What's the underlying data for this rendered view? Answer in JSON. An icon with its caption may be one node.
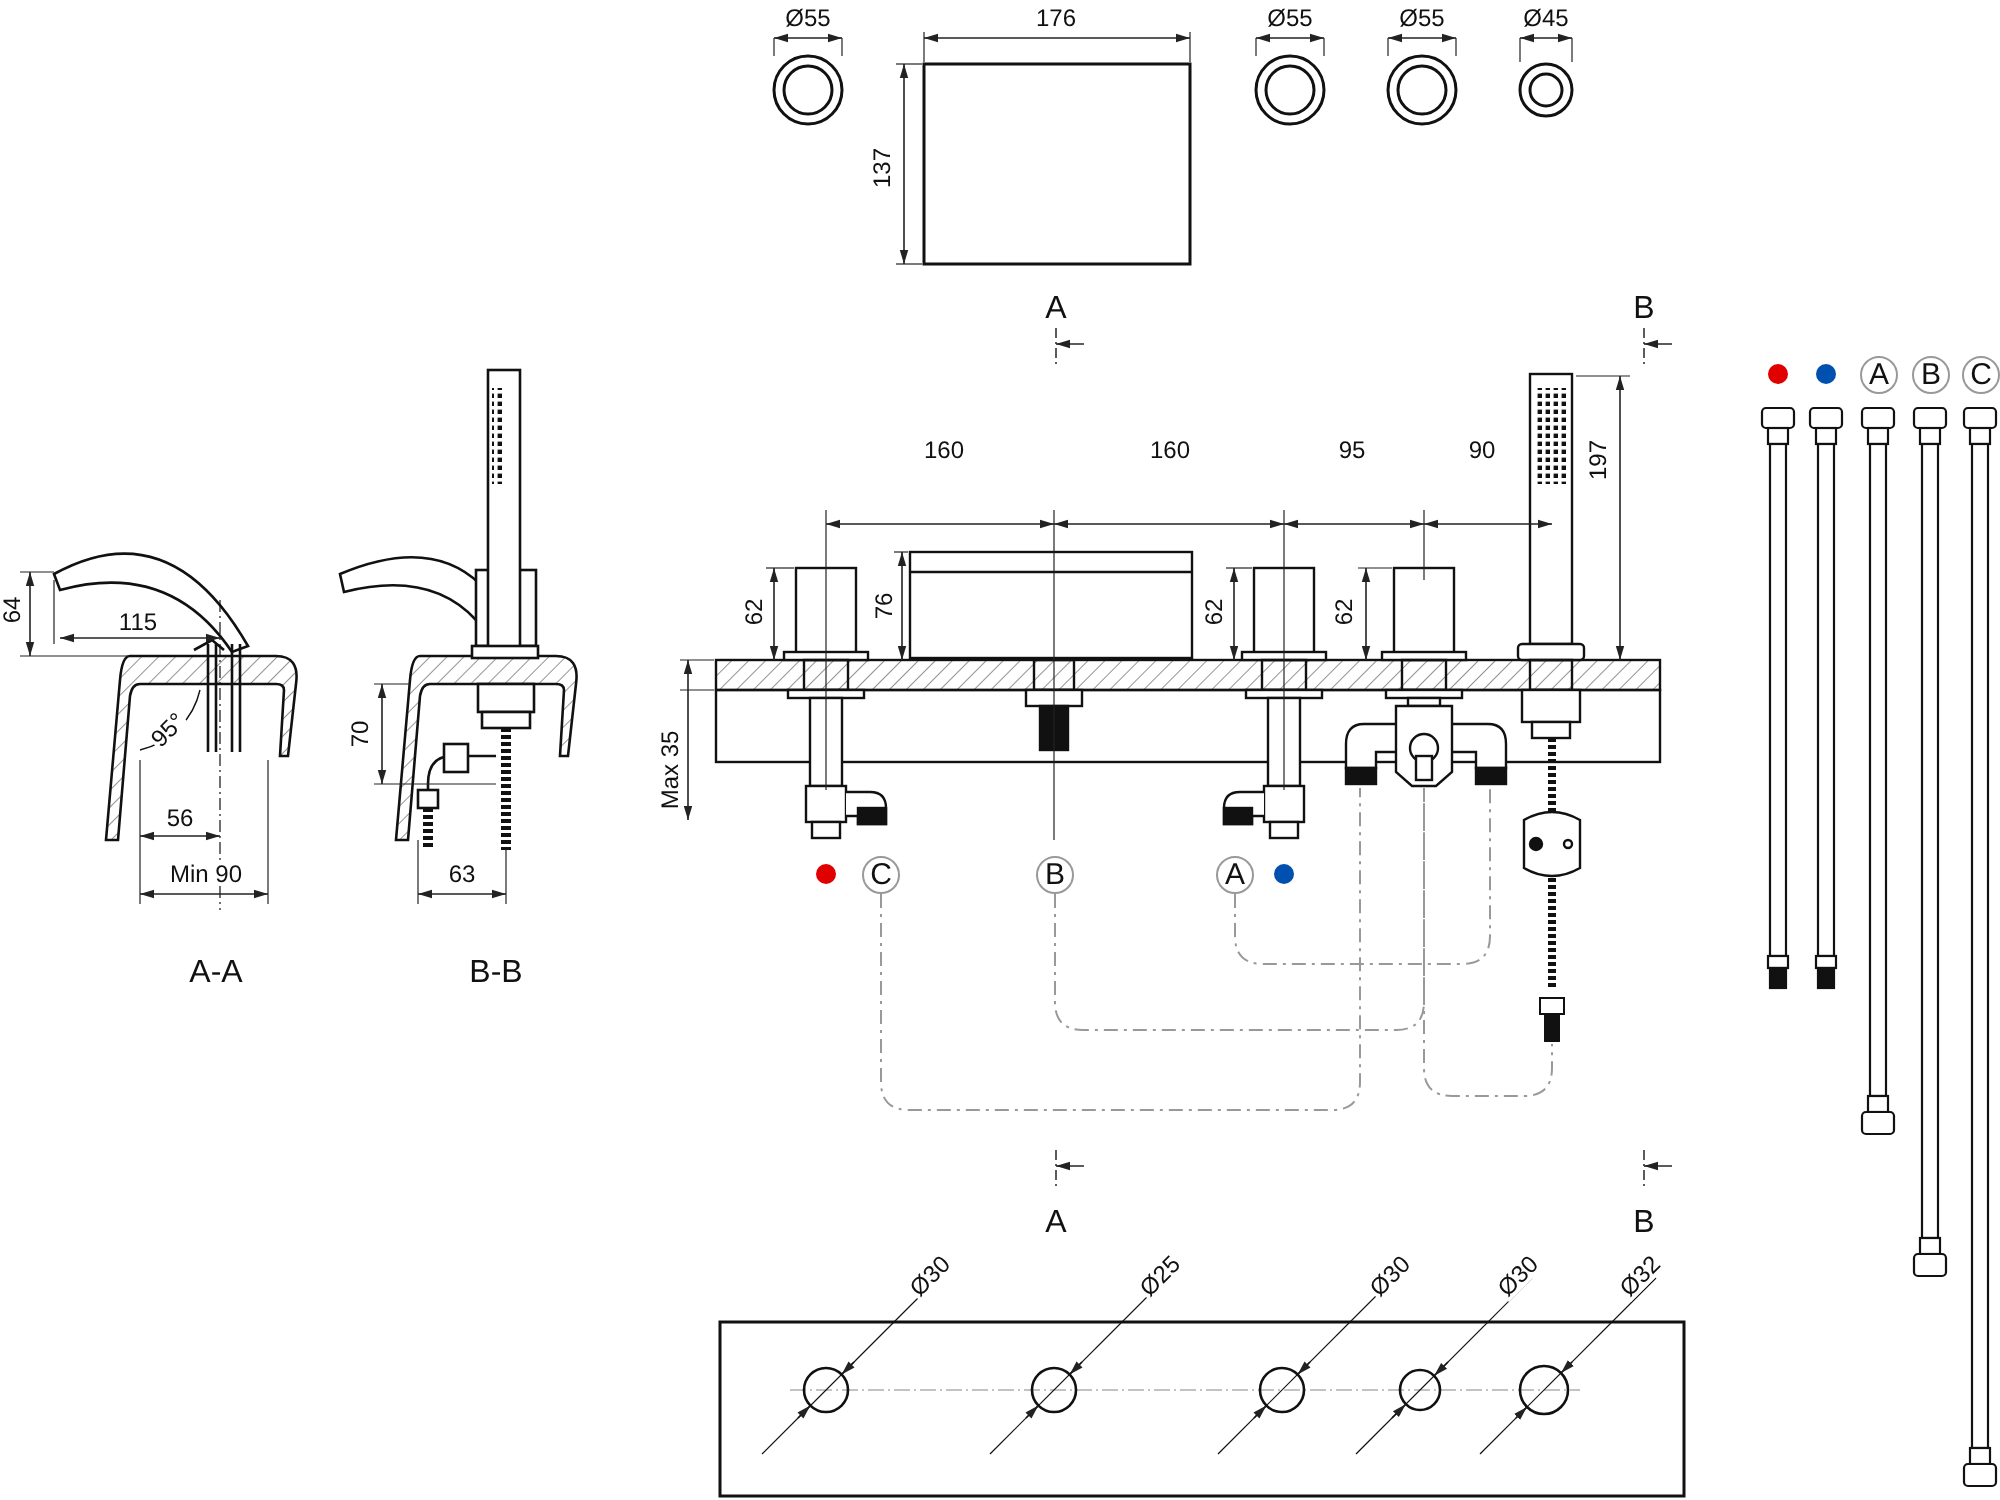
{
  "diagram": {
    "nodes": [
      {
        "text": [
          "C"
        ]
      },
      {
        "text": [
          "B"
        ]
      },
      {
        "text": [
          "A"
        ]
      },
      {
        "text": [],
        "shape": "picture"
      },
      {
        "text": [],
        "shape": "picture"
      },
      {
        "text": [
          "A"
        ]
      },
      {
        "text": [
          "B"
        ]
      },
      {
        "text": [
          "C"
        ]
      }
    ],
    "edges": [
      {
        "from": 0,
        "to": 3,
        "arrow": "none",
        "style": "dashed"
      },
      {
        "from": 1,
        "to": 3,
        "arrow": "none",
        "style": "dashed"
      },
      {
        "from": 2,
        "to": 3,
        "arrow": "none",
        "style": "dashed"
      },
      {
        "from": 3,
        "to": 4,
        "arrow": "none",
        "style": "dashed"
      }
    ],
    "labels": [
      "Ø55",
      "176",
      "Ø55",
      "Ø55",
      "Ø45",
      "137",
      "A",
      "B",
      "160",
      "160",
      "95",
      "90",
      "197",
      "64",
      "115",
      "62",
      "76",
      "62",
      "62",
      "95°",
      "70",
      "Max 35",
      "56",
      "Min 90",
      "63",
      "A-A",
      "B-B",
      "A",
      "B",
      "Ø30",
      "Ø25",
      "Ø30",
      "Ø30",
      "Ø32"
    ]
  }
}
